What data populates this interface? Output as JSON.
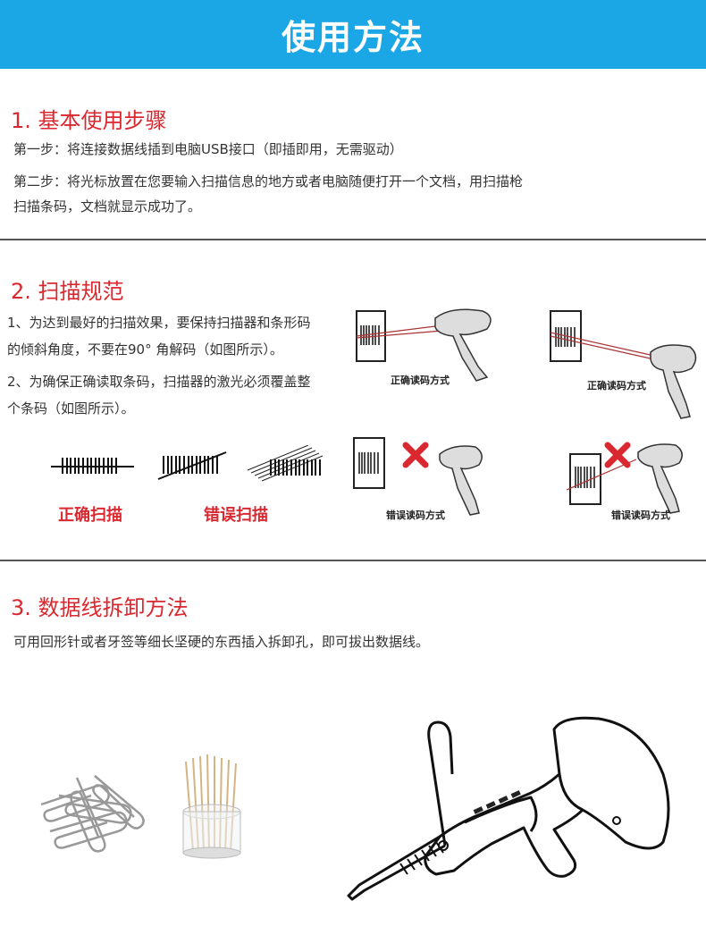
{
  "banner": {
    "title": "使用方法"
  },
  "section1": {
    "title": "1. 基本使用步骤",
    "step1": "第一步：将连接数据线插到电脑USB接口（即插即用，无需驱动）",
    "step2_line1": "第二步：将光标放置在您要输入扫描信息的地方或者电脑随便打开一个文档，用扫描枪",
    "step2_line2": "扫描条码，文档就显示成功了。"
  },
  "section2": {
    "title": "2. 扫描规范",
    "rule1_line1": "1、为达到最好的扫描效果，要保持扫描器和条形码",
    "rule1_line2": "的倾斜角度，不要在90° 角解码（如图所示）。",
    "rule2_line1": "2、为确保正确读取条码，扫描器的激光必须覆盖整",
    "rule2_line2": "个条码（如图所示）。",
    "correct_label": "正确扫描",
    "wrong_label": "错误扫描",
    "caption_correct_1": "正确读码方式",
    "caption_correct_2": "正确读码方式",
    "caption_wrong_1": "错误读码方式",
    "caption_wrong_2": "错误读码方式"
  },
  "section3": {
    "title": "3. 数据线拆卸方法",
    "text": "可用回形针或者牙签等细长坚硬的东西插入拆卸孔，即可拔出数据线。"
  },
  "colors": {
    "banner": "#1ba6e6",
    "accent_red": "#d9282f",
    "text": "#333333"
  }
}
